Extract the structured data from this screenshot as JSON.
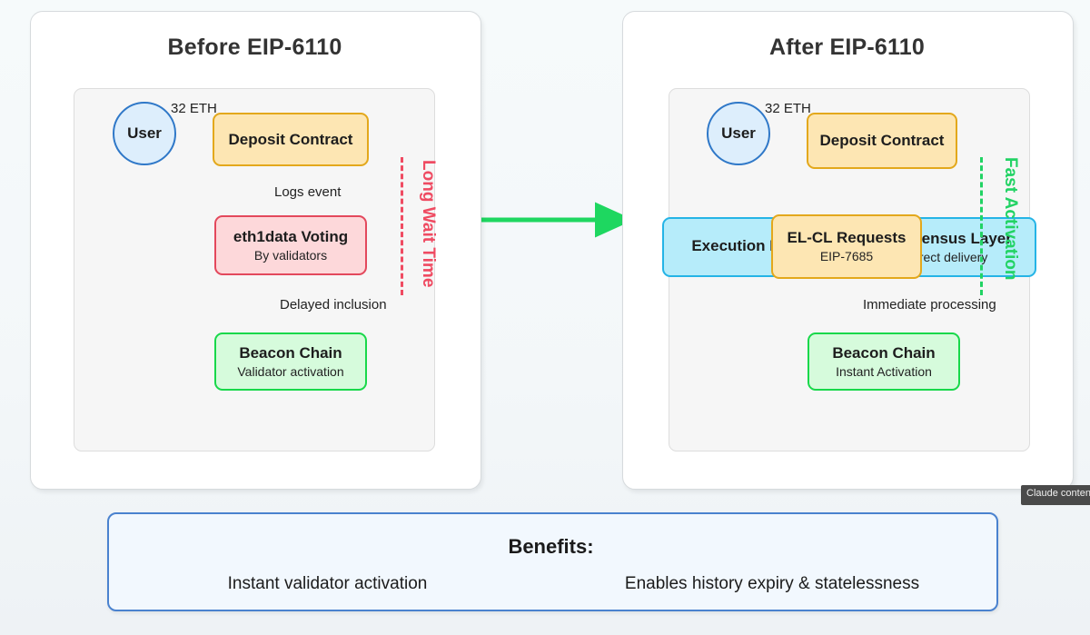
{
  "left_panel": {
    "title": "Before EIP-6110",
    "user_label": "User",
    "deposit_amount_label": "32 ETH",
    "nodes": [
      {
        "title": "Deposit Contract",
        "subtitle": ""
      },
      {
        "title": "eth1data Voting",
        "subtitle": "By validators"
      },
      {
        "title": "Beacon Chain",
        "subtitle": "Validator activation"
      }
    ],
    "edges": [
      {
        "label": "Logs event"
      },
      {
        "label": "Delayed inclusion"
      }
    ],
    "annotation": "Long Wait Time",
    "annotation_color": "#ef4b62"
  },
  "right_panel": {
    "title": "After EIP-6110",
    "user_label": "User",
    "deposit_amount_label": "32 ETH",
    "nodes": [
      {
        "title": "Deposit Contract",
        "subtitle": ""
      },
      {
        "title": "Execution Layer",
        "subtitle": ""
      },
      {
        "title": "Consensus Layer",
        "subtitle": "Direct delivery"
      },
      {
        "title": "EL-CL Requests",
        "subtitle": "EIP-7685"
      },
      {
        "title": "Beacon Chain",
        "subtitle": "Instant Activation"
      }
    ],
    "edges": [
      {
        "label": "Immediate processing"
      }
    ],
    "annotation": "Fast Activation",
    "annotation_color": "#22d364"
  },
  "transition_arrow": {
    "name": "before-to-after-arrow",
    "color": "#1ed760"
  },
  "benefits": {
    "title": "Benefits:",
    "items": [
      "Instant validator activation",
      "Enables history expiry & statelessness"
    ],
    "border_color": "#4a82cf"
  },
  "tooltip": {
    "text": "Claude conten"
  },
  "palette": {
    "yellow_fill": "#fde6b3",
    "yellow_border": "#e3a81c",
    "red_fill": "#fdd8da",
    "red_border": "#e3485c",
    "green_fill": "#d6fbdc",
    "green_border": "#18d84a",
    "cyan_fill": "#b6ecfa",
    "cyan_border": "#25b4e6",
    "blue_border": "#2f78c8",
    "page_bg": "#f3f7f9"
  }
}
